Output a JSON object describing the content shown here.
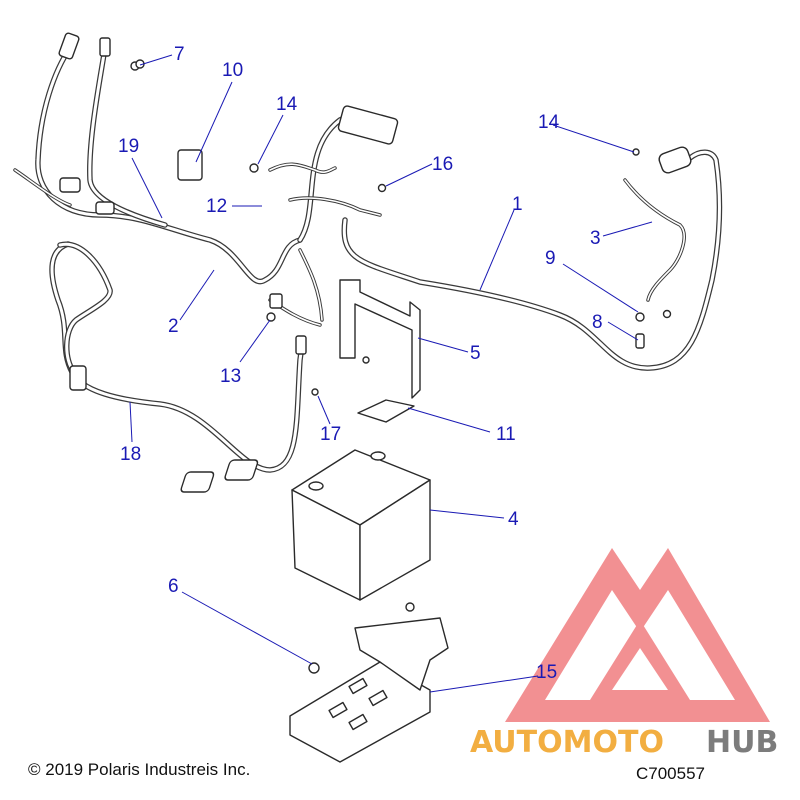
{
  "callouts": [
    {
      "id": "1",
      "label": "1"
    },
    {
      "id": "2",
      "label": "2"
    },
    {
      "id": "3",
      "label": "3"
    },
    {
      "id": "4",
      "label": "4"
    },
    {
      "id": "5",
      "label": "5"
    },
    {
      "id": "6",
      "label": "6"
    },
    {
      "id": "7",
      "label": "7"
    },
    {
      "id": "8",
      "label": "8"
    },
    {
      "id": "9",
      "label": "9"
    },
    {
      "id": "10",
      "label": "10"
    },
    {
      "id": "11",
      "label": "11"
    },
    {
      "id": "12",
      "label": "12"
    },
    {
      "id": "13",
      "label": "13"
    },
    {
      "id": "14a",
      "label": "14"
    },
    {
      "id": "14b",
      "label": "14"
    },
    {
      "id": "15",
      "label": "15"
    },
    {
      "id": "16",
      "label": "16"
    },
    {
      "id": "17",
      "label": "17"
    },
    {
      "id": "18",
      "label": "18"
    },
    {
      "id": "19",
      "label": "19"
    }
  ],
  "watermark": {
    "text_part1": "AUTOMOTO",
    "text_part2": "HUB",
    "color_primary": "#e8363a",
    "color_accent": "#f0a020",
    "color_secondary": "#444444"
  },
  "footer": {
    "copyright": "© 2019 Polaris Industreis Inc.",
    "drawing_code": "C700557"
  },
  "colors": {
    "callout": "#1a1ab4",
    "line_art": "#2a2a2a"
  }
}
